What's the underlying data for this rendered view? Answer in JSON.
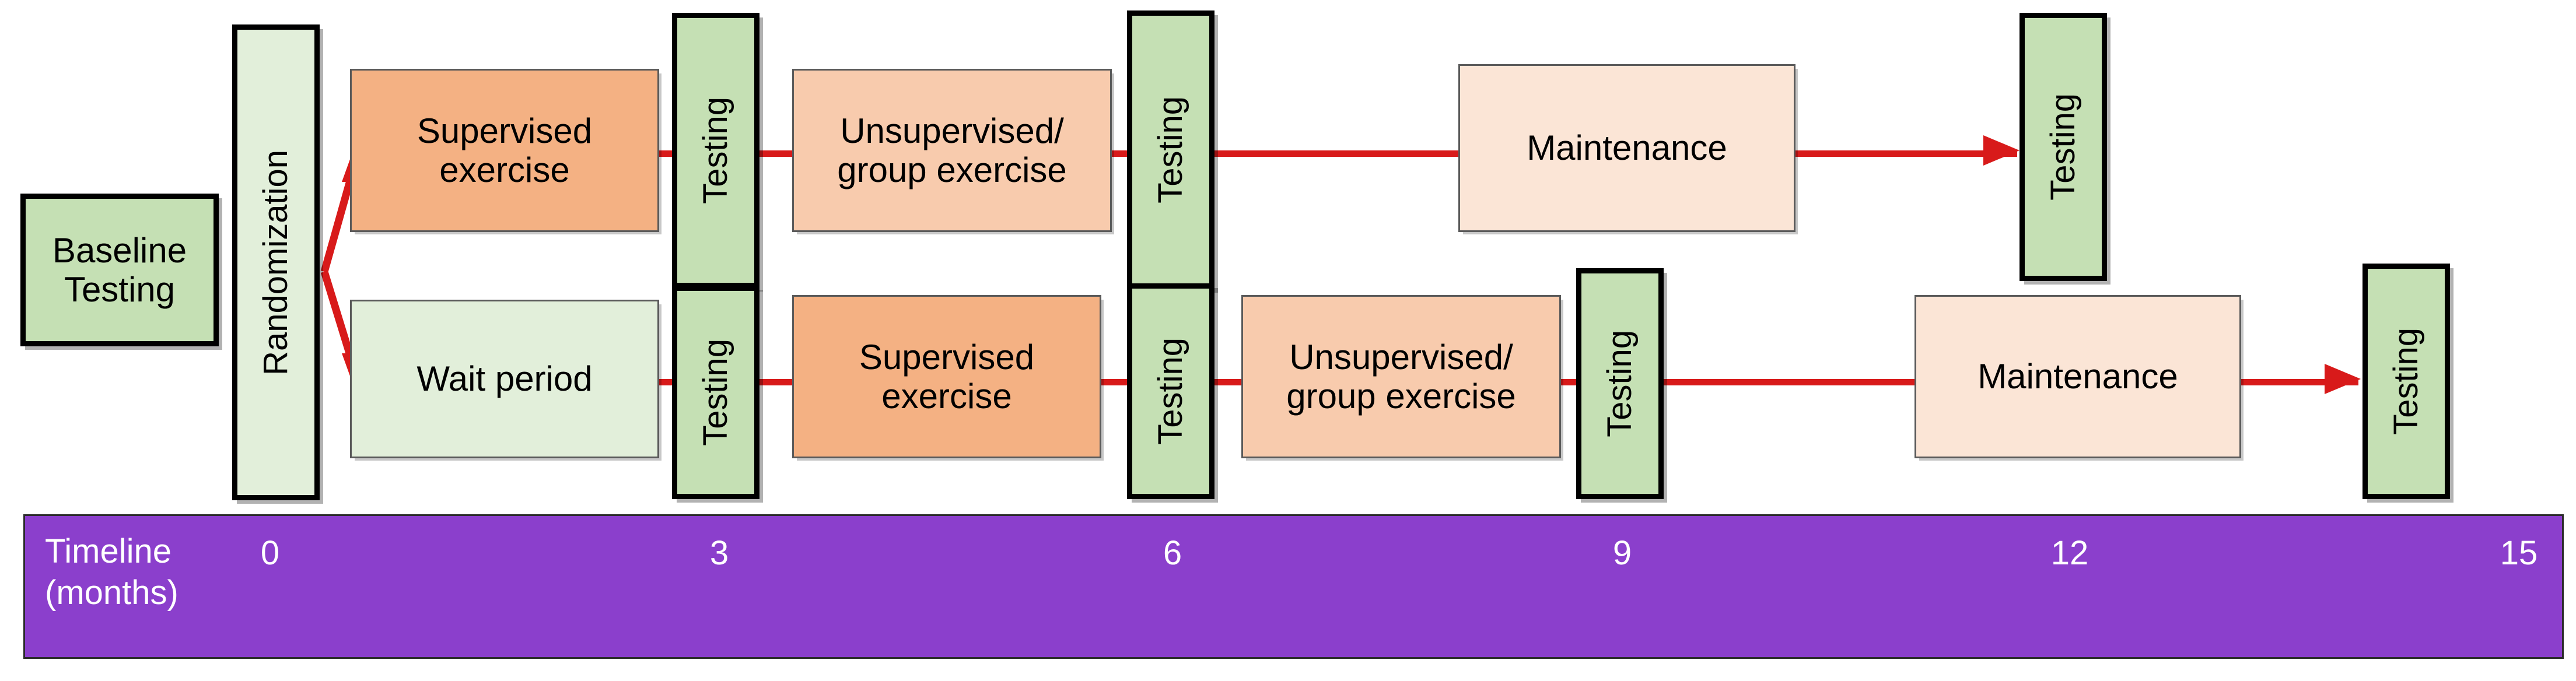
{
  "diagram": {
    "title": "Exercise trial design flow diagram",
    "colors": {
      "green": "#C5E0B4",
      "pale_green": "#E2EFDA",
      "orange": "#F4B183",
      "peach": "#F8CBAD",
      "cream": "#FBE5D6",
      "purple": "#8B3FCC",
      "arrow_red": "#D81A1A",
      "border_black": "#000000"
    },
    "start": {
      "label": "Baseline\nTesting"
    },
    "randomization": {
      "label": "Randomization"
    },
    "arm_top": [
      {
        "name": "supervised-exercise",
        "label": "Supervised\nexercise"
      },
      {
        "name": "testing",
        "label": "Testing"
      },
      {
        "name": "unsupervised-group-exercise",
        "label": "Unsupervised/\ngroup exercise"
      },
      {
        "name": "testing",
        "label": "Testing"
      },
      {
        "name": "maintenance",
        "label": "Maintenance"
      },
      {
        "name": "testing",
        "label": "Testing"
      }
    ],
    "arm_bottom": [
      {
        "name": "wait-period",
        "label": "Wait period"
      },
      {
        "name": "testing",
        "label": "Testing"
      },
      {
        "name": "supervised-exercise",
        "label": "Supervised\nexercise"
      },
      {
        "name": "testing",
        "label": "Testing"
      },
      {
        "name": "unsupervised-group-exercise",
        "label": "Unsupervised/\ngroup exercise"
      },
      {
        "name": "testing",
        "label": "Testing"
      },
      {
        "name": "maintenance",
        "label": "Maintenance"
      },
      {
        "name": "testing",
        "label": "Testing"
      }
    ],
    "timeline": {
      "label": "Timeline\n(months)",
      "ticks": [
        "0",
        "3",
        "6",
        "9",
        "12",
        "15"
      ]
    }
  }
}
